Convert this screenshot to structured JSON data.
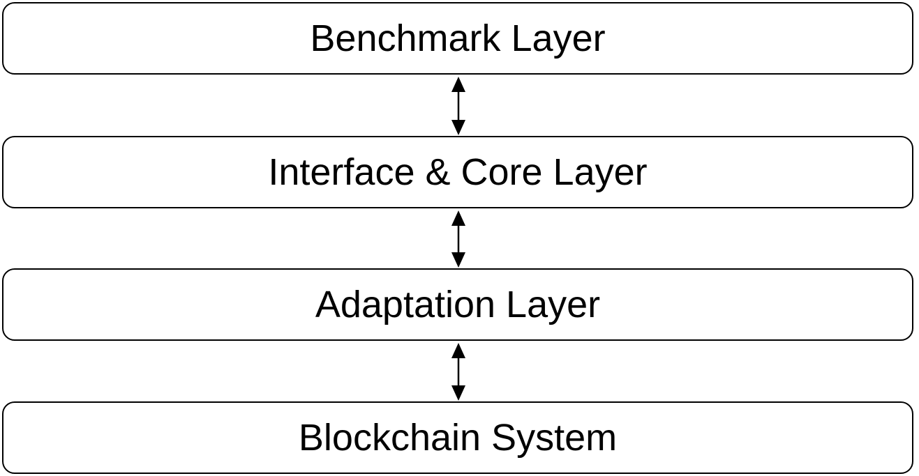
{
  "diagram": {
    "layers": [
      {
        "label": "Benchmark Layer"
      },
      {
        "label": "Interface & Core Layer"
      },
      {
        "label": "Adaptation Layer"
      },
      {
        "label": "Blockchain System"
      }
    ],
    "connectors": [
      {
        "from": "Benchmark Layer",
        "to": "Interface & Core Layer",
        "direction": "bidirectional"
      },
      {
        "from": "Interface & Core Layer",
        "to": "Adaptation Layer",
        "direction": "bidirectional"
      },
      {
        "from": "Adaptation Layer",
        "to": "Blockchain System",
        "direction": "bidirectional"
      }
    ],
    "colors": {
      "stroke": "#000000",
      "fill": "#ffffff",
      "text": "#000000"
    }
  }
}
